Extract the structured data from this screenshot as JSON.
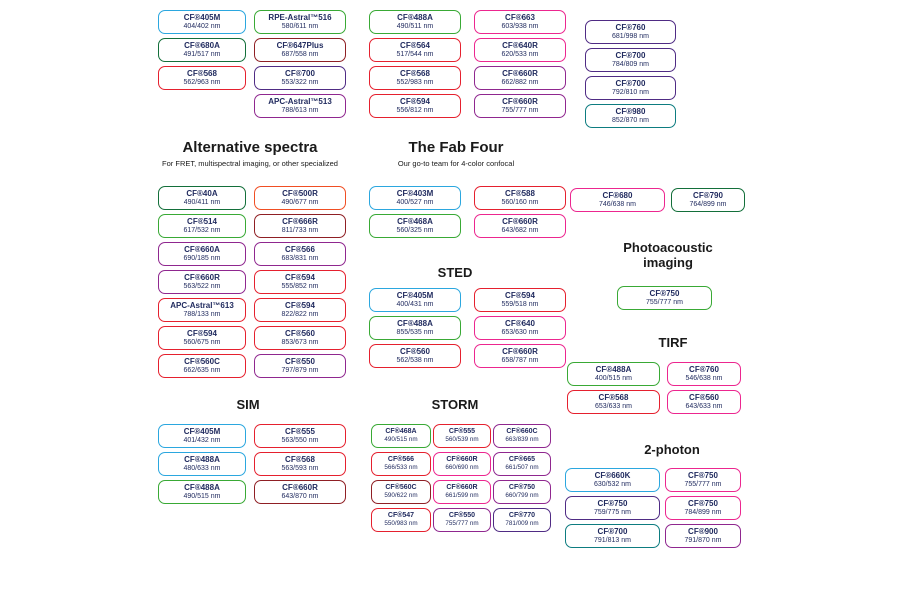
{
  "palette": {
    "blue": "#2ba7df",
    "green": "#39a935",
    "darkgreen": "#136f3a",
    "teal": "#0d7c80",
    "red": "#e5202e",
    "darkred": "#8f1f24",
    "orange": "#f04e23",
    "magenta": "#ec268f",
    "purple": "#8f278f",
    "darkpurple": "#4f2b84",
    "text": "#212b5f"
  },
  "sections": {
    "alternative": {
      "title": "Alternative spectra",
      "subtitle": "For FRET, multispectral imaging, or other specialized"
    },
    "fab_four": {
      "title": "The Fab Four",
      "subtitle": "Our go-to team for 4-color confocal"
    },
    "sted": {
      "title": "STED"
    },
    "photoacoustic": {
      "title": "Photoacoustic imaging"
    },
    "tirf": {
      "title": "TIRF"
    },
    "sim": {
      "title": "SIM"
    },
    "storm": {
      "title": "STORM"
    },
    "two_photon": {
      "title": "2-photon"
    }
  },
  "groups": {
    "top_col1": [
      {
        "name": "CF®405M",
        "ex_em": "404/402 nm",
        "color": "blue"
      },
      {
        "name": "CF®680A",
        "ex_em": "491/517 nm",
        "color": "darkgreen"
      },
      {
        "name": "CF®568",
        "ex_em": "562/963 nm",
        "color": "red"
      }
    ],
    "top_col2": [
      {
        "name": "RPE-Astral™516",
        "ex_em": "580/611 nm",
        "color": "green"
      },
      {
        "name": "CF®647Plus",
        "ex_em": "687/558 nm",
        "color": "darkred"
      },
      {
        "name": "CF®700",
        "ex_em": "553/322 nm",
        "color": "darkpurple"
      },
      {
        "name": "APC-Astral™513",
        "ex_em": "788/613 nm",
        "color": "purple"
      }
    ],
    "top_col3": [
      {
        "name": "CF®488A",
        "ex_em": "490/511 nm",
        "color": "green"
      },
      {
        "name": "CF®564",
        "ex_em": "517/544 nm",
        "color": "red"
      },
      {
        "name": "CF®568",
        "ex_em": "552/983 nm",
        "color": "red"
      },
      {
        "name": "CF®594",
        "ex_em": "556/812 nm",
        "color": "red"
      }
    ],
    "top_col4": [
      {
        "name": "CF®663",
        "ex_em": "603/938 nm",
        "color": "magenta"
      },
      {
        "name": "CF®640R",
        "ex_em": "620/533 nm",
        "color": "magenta"
      },
      {
        "name": "CF®660R",
        "ex_em": "662/882 nm",
        "color": "purple"
      },
      {
        "name": "CF®660R",
        "ex_em": "755/777 nm",
        "color": "purple"
      }
    ],
    "top_col5": [
      {
        "name": "CF®760",
        "ex_em": "681/998 nm",
        "color": "darkpurple"
      },
      {
        "name": "CF®700",
        "ex_em": "784/809 nm",
        "color": "darkpurple"
      },
      {
        "name": "CF®700",
        "ex_em": "792/810 nm",
        "color": "darkpurple"
      },
      {
        "name": "CF®980",
        "ex_em": "852/870 nm",
        "color": "teal"
      }
    ],
    "alt_colA": [
      {
        "name": "CF®40A",
        "ex_em": "490/411 nm",
        "color": "darkgreen"
      },
      {
        "name": "CF®514",
        "ex_em": "617/532 nm",
        "color": "green"
      },
      {
        "name": "CF®660A",
        "ex_em": "690/185 nm",
        "color": "purple"
      },
      {
        "name": "CF®660R",
        "ex_em": "563/522 nm",
        "color": "purple"
      },
      {
        "name": "APC-Astral™613",
        "ex_em": "788/133 nm",
        "color": "red"
      },
      {
        "name": "CF®594",
        "ex_em": "560/675 nm",
        "color": "red"
      },
      {
        "name": "CF®560C",
        "ex_em": "662/635 nm",
        "color": "red"
      }
    ],
    "alt_colB": [
      {
        "name": "CF®500R",
        "ex_em": "490/677 nm",
        "color": "orange"
      },
      {
        "name": "CF®666R",
        "ex_em": "811/733 nm",
        "color": "darkred"
      },
      {
        "name": "CF®566",
        "ex_em": "683/831 nm",
        "color": "purple"
      },
      {
        "name": "CF®594",
        "ex_em": "555/852 nm",
        "color": "red"
      },
      {
        "name": "CF®594",
        "ex_em": "822/822 nm",
        "color": "red"
      },
      {
        "name": "CF®560",
        "ex_em": "853/673 nm",
        "color": "red"
      },
      {
        "name": "CF®550",
        "ex_em": "797/879 nm",
        "color": "purple"
      }
    ],
    "fab_colA": [
      {
        "name": "CF®403M",
        "ex_em": "400/527 nm",
        "color": "blue"
      },
      {
        "name": "CF®468A",
        "ex_em": "560/325 nm",
        "color": "green"
      }
    ],
    "fab_colB": [
      {
        "name": "CF®588",
        "ex_em": "560/160 nm",
        "color": "red"
      },
      {
        "name": "CF®660R",
        "ex_em": "643/682 nm",
        "color": "magenta"
      }
    ],
    "nearir_col1": [
      {
        "name": "CF®680",
        "ex_em": "746/638 nm",
        "color": "magenta"
      }
    ],
    "nearir_col2": [
      {
        "name": "CF®790",
        "ex_em": "764/899 nm",
        "color": "darkgreen"
      }
    ],
    "photoacoustic_col": [
      {
        "name": "CF®750",
        "ex_em": "755/777 nm",
        "color": "green"
      }
    ],
    "sted_colA": [
      {
        "name": "CF®405M",
        "ex_em": "400/431 nm",
        "color": "blue"
      },
      {
        "name": "CF®488A",
        "ex_em": "855/535 nm",
        "color": "green"
      },
      {
        "name": "CF®560",
        "ex_em": "562/538 nm",
        "color": "red"
      }
    ],
    "sted_colB": [
      {
        "name": "CF®594",
        "ex_em": "559/518 nm",
        "color": "red"
      },
      {
        "name": "CF®640",
        "ex_em": "653/630 nm",
        "color": "magenta"
      },
      {
        "name": "CF®660R",
        "ex_em": "658/787 nm",
        "color": "magenta"
      }
    ],
    "tirf_colA": [
      {
        "name": "CF®488A",
        "ex_em": "400/515 nm",
        "color": "green"
      },
      {
        "name": "CF®568",
        "ex_em": "653/633 nm",
        "color": "red"
      }
    ],
    "tirf_colB": [
      {
        "name": "CF®760",
        "ex_em": "546/638 nm",
        "color": "magenta"
      },
      {
        "name": "CF®560",
        "ex_em": "643/633 nm",
        "color": "magenta"
      }
    ],
    "sim_colA": [
      {
        "name": "CF®405M",
        "ex_em": "401/432 nm",
        "color": "blue"
      },
      {
        "name": "CF®488A",
        "ex_em": "480/633 nm",
        "color": "blue"
      },
      {
        "name": "CF®488A",
        "ex_em": "490/515 nm",
        "color": "green"
      }
    ],
    "sim_colB": [
      {
        "name": "CF®555",
        "ex_em": "563/550 nm",
        "color": "red"
      },
      {
        "name": "CF®568",
        "ex_em": "563/593 nm",
        "color": "red"
      },
      {
        "name": "CF®660R",
        "ex_em": "643/870 nm",
        "color": "darkred"
      }
    ],
    "storm_colA": [
      {
        "name": "CF®468A",
        "ex_em": "490/515 nm",
        "color": "green"
      },
      {
        "name": "CF®566",
        "ex_em": "566/533 nm",
        "color": "red"
      },
      {
        "name": "CF®560C",
        "ex_em": "590/622 nm",
        "color": "darkred"
      },
      {
        "name": "CF®547",
        "ex_em": "550/983 nm",
        "color": "red"
      }
    ],
    "storm_colB": [
      {
        "name": "CF®555",
        "ex_em": "560/539 nm",
        "color": "red"
      },
      {
        "name": "CF®660R",
        "ex_em": "660/690 nm",
        "color": "magenta"
      },
      {
        "name": "CF®660R",
        "ex_em": "661/599 nm",
        "color": "magenta"
      },
      {
        "name": "CF®550",
        "ex_em": "755/777 nm",
        "color": "purple"
      }
    ],
    "storm_colC": [
      {
        "name": "CF®660C",
        "ex_em": "663/839 nm",
        "color": "purple"
      },
      {
        "name": "CF®665",
        "ex_em": "661/507 nm",
        "color": "purple"
      },
      {
        "name": "CF®750",
        "ex_em": "660/799 nm",
        "color": "purple"
      },
      {
        "name": "CF®770",
        "ex_em": "781/009 nm",
        "color": "darkpurple"
      }
    ],
    "twophoton_colA": [
      {
        "name": "CF®660K",
        "ex_em": "630/532 nm",
        "color": "blue"
      },
      {
        "name": "CF®750",
        "ex_em": "759/775 nm",
        "color": "darkpurple"
      },
      {
        "name": "CF®700",
        "ex_em": "791/813 nm",
        "color": "teal"
      }
    ],
    "twophoton_colB": [
      {
        "name": "CF®750",
        "ex_em": "755/777 nm",
        "color": "magenta"
      },
      {
        "name": "CF®750",
        "ex_em": "784/899 nm",
        "color": "magenta"
      },
      {
        "name": "CF®900",
        "ex_em": "791/870 nm",
        "color": "purple"
      }
    ]
  }
}
